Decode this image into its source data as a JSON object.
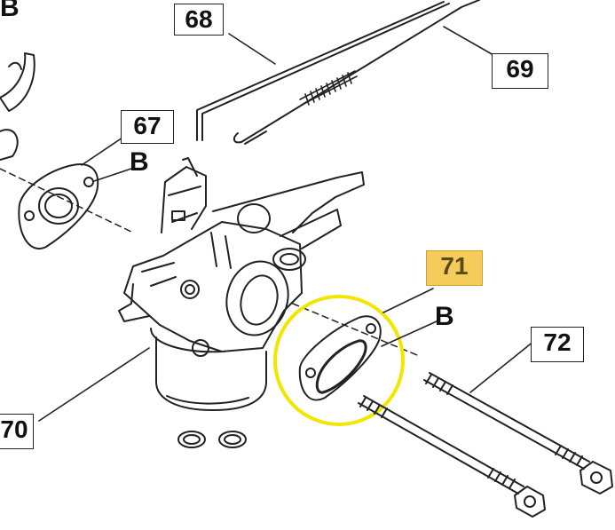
{
  "callouts": {
    "c67": "67",
    "c68": "68",
    "c69": "69",
    "c70": "70",
    "c71": "71",
    "c72": "72"
  },
  "letters": {
    "top_left": "B",
    "gasket_67": "B",
    "gasket_71": "B"
  },
  "colors": {
    "highlight_label": "#f5cc5a",
    "highlight_circle": "#f2e600",
    "line": "#222222"
  }
}
